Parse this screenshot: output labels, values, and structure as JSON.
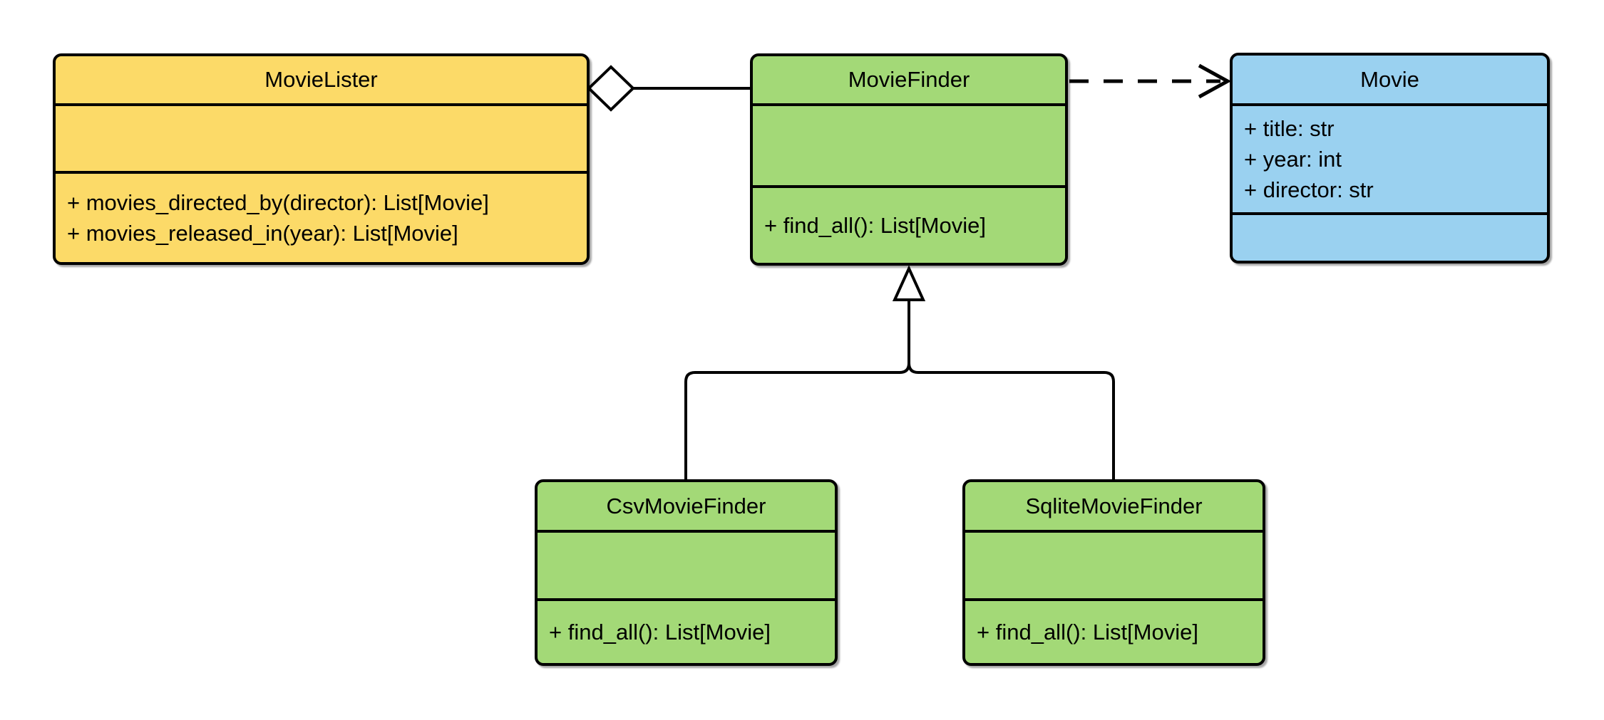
{
  "diagram": {
    "type": "UML class diagram",
    "background_color": "#ffffff",
    "line_color": "#000000",
    "classes": [
      {
        "name": "MovieLister",
        "fill_color": "#fcda68",
        "attributes": [],
        "methods": [
          "+ movies_directed_by(director): List[Movie]",
          "+ movies_released_in(year): List[Movie]"
        ]
      },
      {
        "name": "MovieFinder",
        "fill_color": "#a3d977",
        "attributes": [],
        "methods": [
          "+ find_all(): List[Movie]"
        ]
      },
      {
        "name": "Movie",
        "fill_color": "#9ad1f0",
        "attributes": [
          "+ title: str",
          "+ year: int",
          "+ director: str"
        ],
        "methods": []
      },
      {
        "name": "CsvMovieFinder",
        "fill_color": "#a3d977",
        "attributes": [],
        "methods": [
          "+ find_all(): List[Movie]"
        ]
      },
      {
        "name": "SqliteMovieFinder",
        "fill_color": "#a3d977",
        "attributes": [],
        "methods": [
          "+ find_all(): List[Movie]"
        ]
      }
    ],
    "relationships": [
      {
        "type": "aggregation",
        "owner": "MovieLister",
        "part": "MovieFinder"
      },
      {
        "type": "dependency",
        "from": "MovieFinder",
        "to": "Movie"
      },
      {
        "type": "generalization",
        "child": "CsvMovieFinder",
        "parent": "MovieFinder"
      },
      {
        "type": "generalization",
        "child": "SqliteMovieFinder",
        "parent": "MovieFinder"
      }
    ]
  }
}
